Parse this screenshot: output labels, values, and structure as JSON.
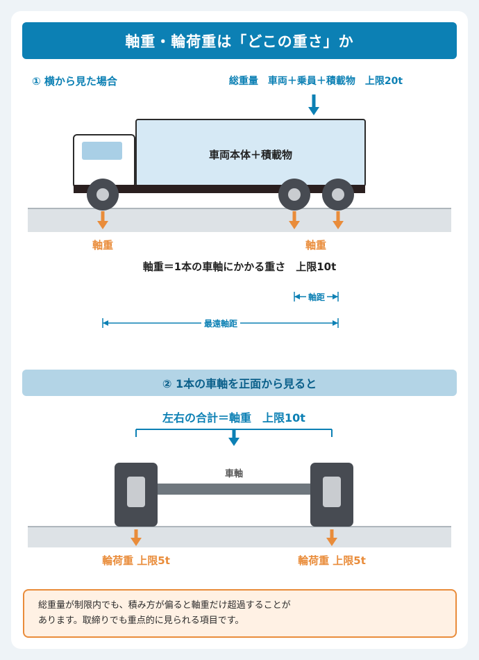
{
  "title": "軸重・輪荷重は「どこの重さ」か",
  "section1": {
    "label": "① 横から見た場合",
    "total_weight_label": "総重量　車両＋乗員＋積載物　上限20t",
    "body_label": "車両本体＋積載物",
    "axle_weight_left": "軸重",
    "axle_weight_right": "軸重",
    "definition": "軸重＝1本の車軸にかかる重さ　上限10t",
    "axle_distance": "軸距",
    "max_axle_distance": "最遠軸距"
  },
  "section2": {
    "label": "② 1本の車軸を正面から見ると",
    "sum_label": "左右の合計＝軸重　上限10t",
    "axle_label": "車軸",
    "wheel_load_left": "輪荷重 上限5t",
    "wheel_load_right": "輪荷重 上限5t"
  },
  "note": {
    "line1": "総重量が制限内でも、積み方が偏ると軸重だけ超過することが",
    "line2": "あります。取締りでも重点的に見られる項目です。"
  },
  "colors": {
    "primary": "#0c80b4",
    "accent": "#e98c3a",
    "cargo": "#d6e9f5",
    "ground": "#dde2e6",
    "tire": "#474b52"
  }
}
